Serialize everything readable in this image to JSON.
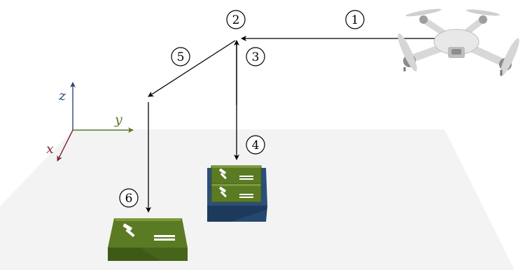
{
  "steps": [
    "1",
    "2",
    "3",
    "4",
    "5",
    "6"
  ],
  "axes": {
    "x": {
      "label": "x",
      "color": "#7a2a3a"
    },
    "y": {
      "label": "y",
      "color": "#5a7a2a"
    },
    "z": {
      "label": "z",
      "color": "#2a4a7a"
    }
  },
  "colors": {
    "floor": "#f3f3f3",
    "box_green": "#5b7a24",
    "box_green_dark": "#3f5a16",
    "box_blue": "#2b4f7a",
    "box_blue_dark": "#1d3a5c",
    "arrow": "#000000"
  },
  "objects": {
    "drone": "drone-icon",
    "stacked_boxes": "stacked-box-pallet",
    "target_box": "single-box-pallet"
  }
}
